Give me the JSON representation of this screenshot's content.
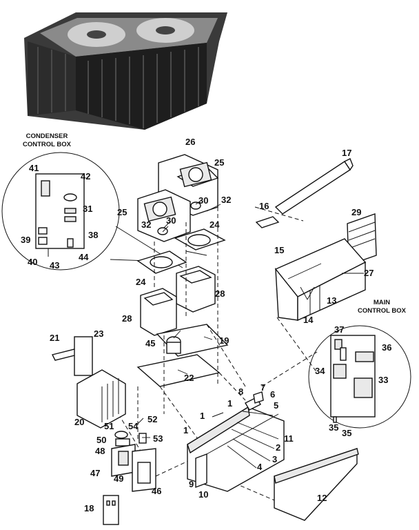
{
  "callouts": {
    "condenser_control_box": {
      "line1": "CONDENSER",
      "line2": "CONTROL BOX"
    },
    "main_control_box": {
      "line1": "MAIN",
      "line2": "CONTROL BOX"
    }
  },
  "part_numbers": [
    {
      "id": "p1a",
      "label": "1"
    },
    {
      "id": "p1b",
      "label": "1"
    },
    {
      "id": "p1c",
      "label": "1"
    },
    {
      "id": "p2",
      "label": "2"
    },
    {
      "id": "p3",
      "label": "3"
    },
    {
      "id": "p4",
      "label": "4"
    },
    {
      "id": "p5",
      "label": "5"
    },
    {
      "id": "p6",
      "label": "6"
    },
    {
      "id": "p7",
      "label": "7"
    },
    {
      "id": "p8",
      "label": "8"
    },
    {
      "id": "p9",
      "label": "9"
    },
    {
      "id": "p10",
      "label": "10"
    },
    {
      "id": "p11",
      "label": "11"
    },
    {
      "id": "p12",
      "label": "12"
    },
    {
      "id": "p13",
      "label": "13"
    },
    {
      "id": "p14",
      "label": "14"
    },
    {
      "id": "p15",
      "label": "15"
    },
    {
      "id": "p16",
      "label": "16"
    },
    {
      "id": "p17",
      "label": "17"
    },
    {
      "id": "p18",
      "label": "18"
    },
    {
      "id": "p19",
      "label": "19"
    },
    {
      "id": "p20",
      "label": "20"
    },
    {
      "id": "p21",
      "label": "21"
    },
    {
      "id": "p22",
      "label": "22"
    },
    {
      "id": "p23",
      "label": "23"
    },
    {
      "id": "p24a",
      "label": "24"
    },
    {
      "id": "p24b",
      "label": "24"
    },
    {
      "id": "p25a",
      "label": "25"
    },
    {
      "id": "p25b",
      "label": "25"
    },
    {
      "id": "p26",
      "label": "26"
    },
    {
      "id": "p27",
      "label": "27"
    },
    {
      "id": "p28a",
      "label": "28"
    },
    {
      "id": "p28b",
      "label": "28"
    },
    {
      "id": "p29",
      "label": "29"
    },
    {
      "id": "p30a",
      "label": "30"
    },
    {
      "id": "p30b",
      "label": "30"
    },
    {
      "id": "p31",
      "label": "31"
    },
    {
      "id": "p32a",
      "label": "32"
    },
    {
      "id": "p32b",
      "label": "32"
    },
    {
      "id": "p33",
      "label": "33"
    },
    {
      "id": "p34",
      "label": "34"
    },
    {
      "id": "p35a",
      "label": "35"
    },
    {
      "id": "p35b",
      "label": "35"
    },
    {
      "id": "p36",
      "label": "36"
    },
    {
      "id": "p37",
      "label": "37"
    },
    {
      "id": "p38",
      "label": "38"
    },
    {
      "id": "p39",
      "label": "39"
    },
    {
      "id": "p40",
      "label": "40"
    },
    {
      "id": "p41",
      "label": "41"
    },
    {
      "id": "p42",
      "label": "42"
    },
    {
      "id": "p43",
      "label": "43"
    },
    {
      "id": "p44",
      "label": "44"
    },
    {
      "id": "p45",
      "label": "45"
    },
    {
      "id": "p46",
      "label": "46"
    },
    {
      "id": "p47",
      "label": "47"
    },
    {
      "id": "p48",
      "label": "48"
    },
    {
      "id": "p49",
      "label": "49"
    },
    {
      "id": "p50",
      "label": "50"
    },
    {
      "id": "p51",
      "label": "51"
    },
    {
      "id": "p52",
      "label": "52"
    },
    {
      "id": "p53",
      "label": "53"
    },
    {
      "id": "p54",
      "label": "54"
    }
  ],
  "colors": {
    "ink": "#111111",
    "paper": "#ffffff",
    "photo_dark": "#2a2a2a"
  }
}
